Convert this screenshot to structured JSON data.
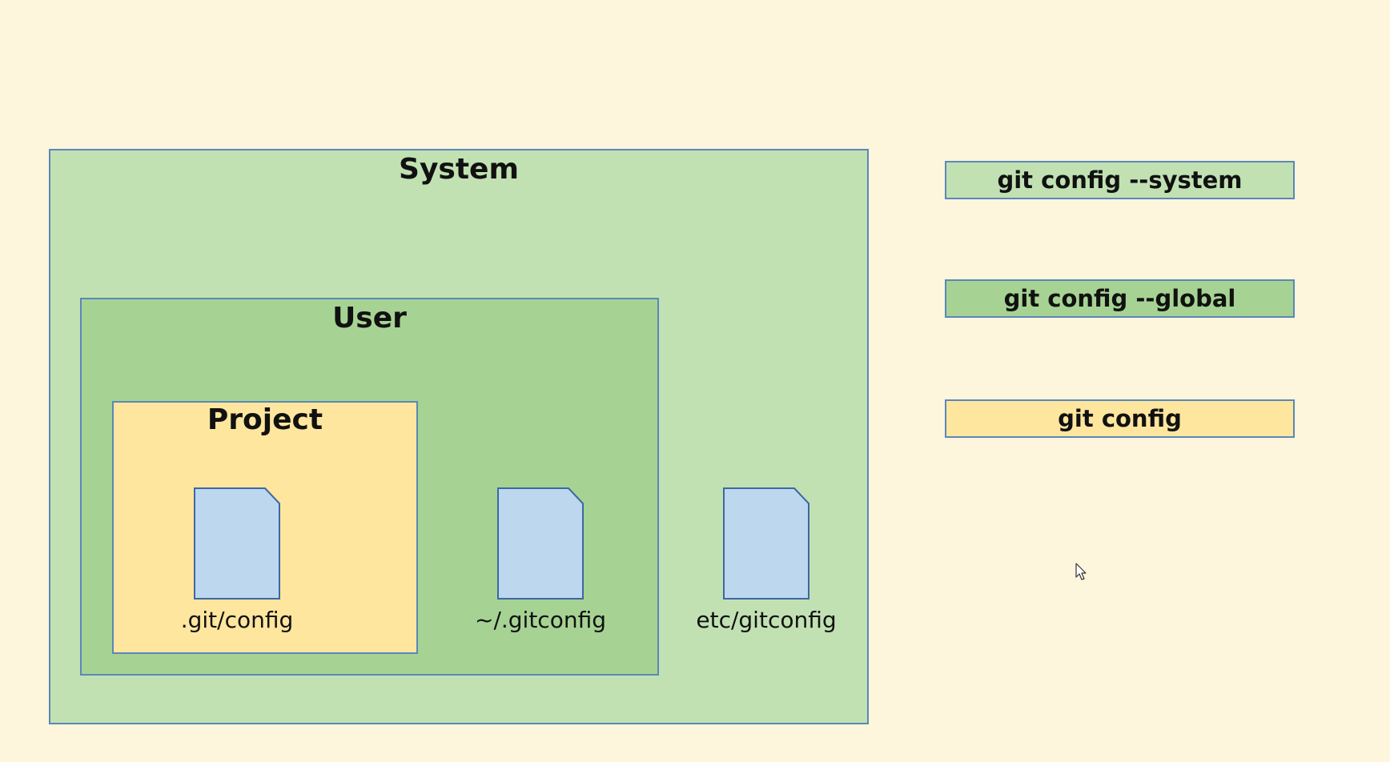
{
  "levels": {
    "system": {
      "title": "System",
      "color": "#c1e1b3"
    },
    "user": {
      "title": "User",
      "color": "#a6d393"
    },
    "project": {
      "title": "Project",
      "color": "#fee69e"
    }
  },
  "files": [
    {
      "label": ".git/config",
      "icon": "file-icon",
      "color": "#bdd7ee"
    },
    {
      "label": "~/.gitconfig",
      "icon": "file-icon",
      "color": "#bdd7ee"
    },
    {
      "label": "etc/gitconfig",
      "icon": "file-icon",
      "color": "#bdd7ee"
    }
  ],
  "commands": [
    {
      "label": "git config --system"
    },
    {
      "label": "git config --global"
    },
    {
      "label": "git config"
    }
  ]
}
